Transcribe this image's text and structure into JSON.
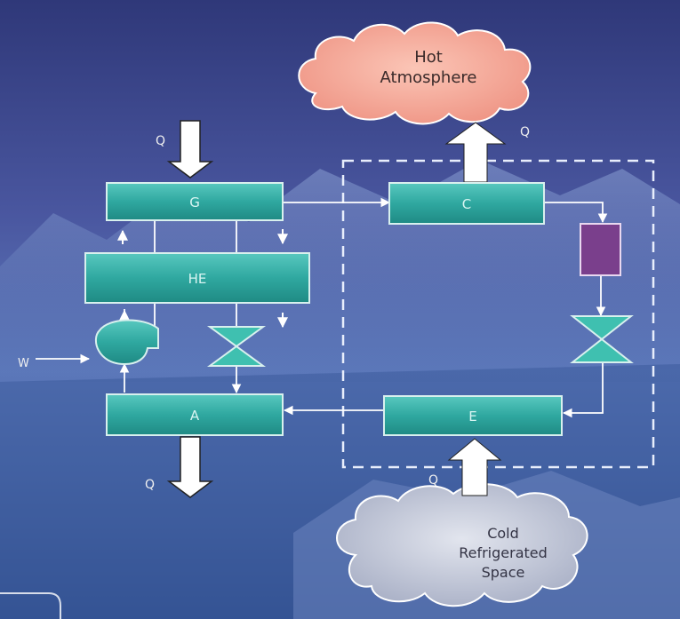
{
  "clouds": {
    "hot": {
      "line1": "Hot",
      "line2": "Atmosphere"
    },
    "cold": {
      "line1": "Cold",
      "line2": "Refrigerated",
      "line3": "Space"
    }
  },
  "components": {
    "generator": "G",
    "heat_exchanger": "HE",
    "absorber": "A",
    "condenser": "C",
    "evaporator": "E"
  },
  "energy_labels": {
    "q_in_generator": "Q",
    "q_out_condenser": "Q",
    "q_out_absorber": "Q",
    "q_in_evaporator": "Q",
    "work_pump": "W"
  },
  "colors": {
    "box_fill": "#2fa8a0",
    "box_stroke": "#d8f0ee",
    "hot_cloud": "#f5a896",
    "cold_cloud": "#c6cbd9",
    "dryer": "#7a3f8c",
    "valve": "#3fc0b0"
  }
}
